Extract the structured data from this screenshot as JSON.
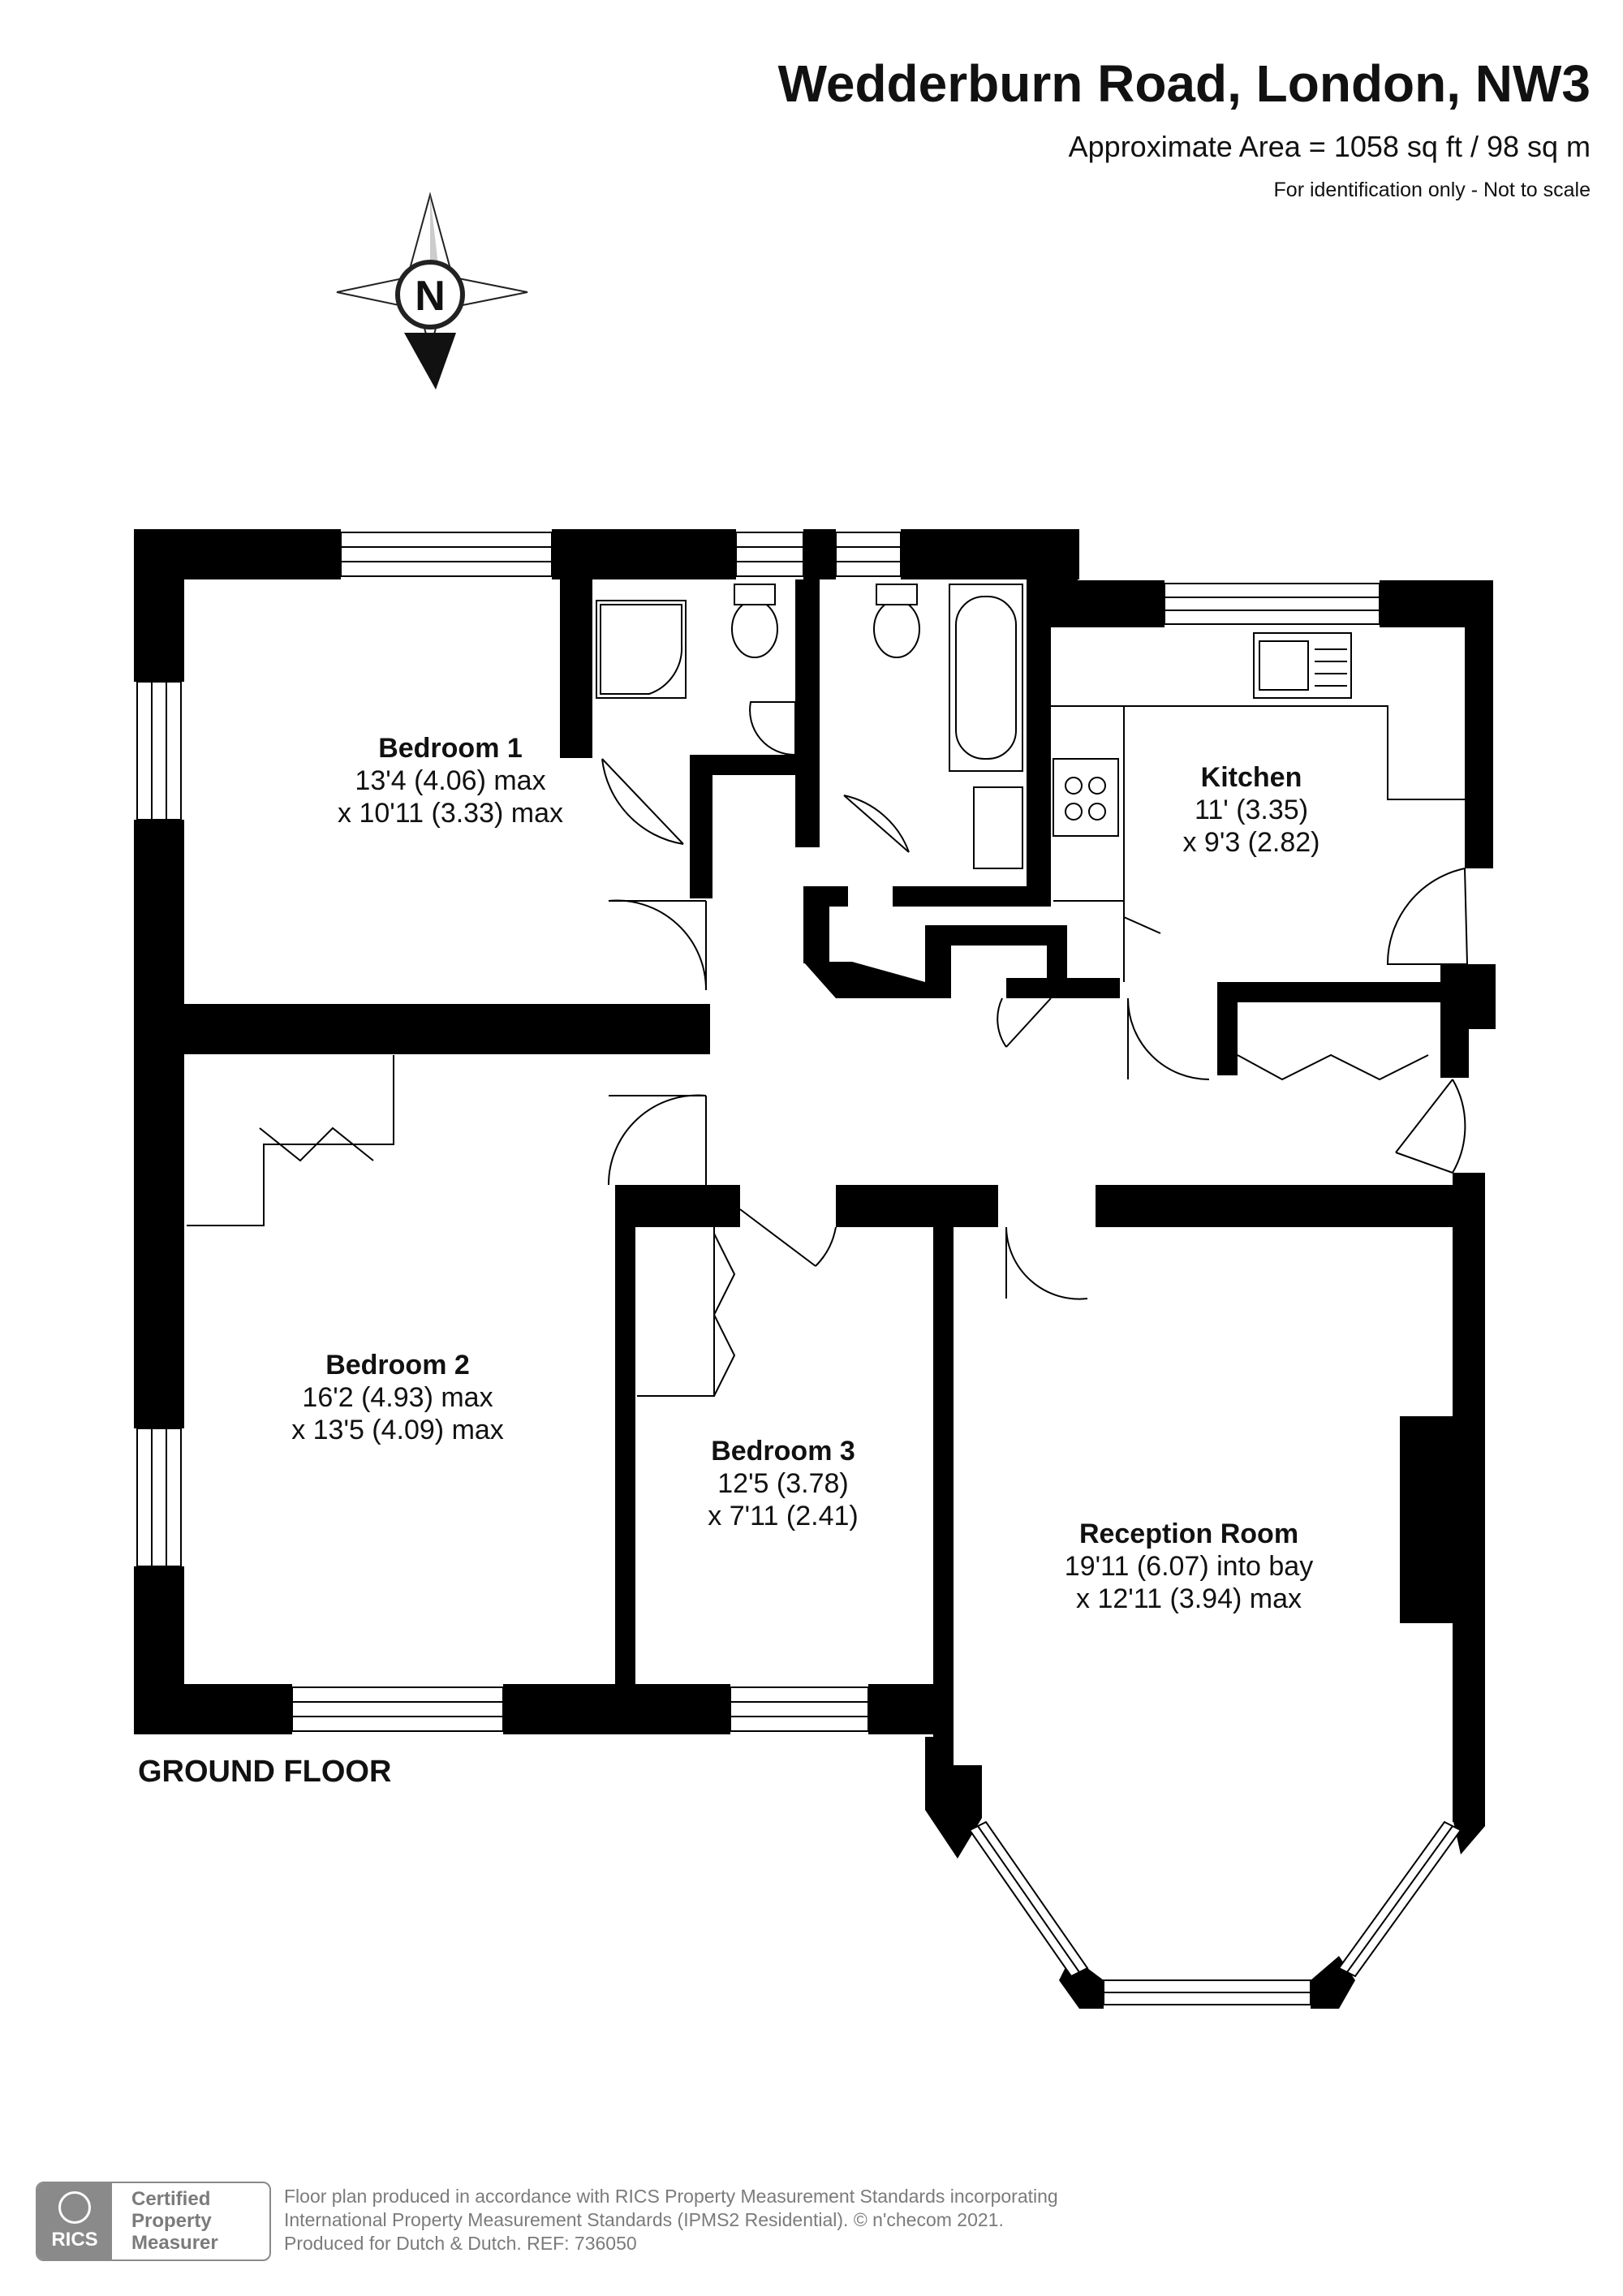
{
  "header": {
    "title": "Wedderburn Road, London, NW3",
    "area": "Approximate Area = 1058 sq ft / 98 sq m",
    "note": "For identification only - Not to scale"
  },
  "compass": {
    "label": "N"
  },
  "floor_label": "GROUND FLOOR",
  "rooms": {
    "bedroom1": {
      "name": "Bedroom 1",
      "dim1": "13'4 (4.06) max",
      "dim2": "x 10'11 (3.33) max"
    },
    "kitchen": {
      "name": "Kitchen",
      "dim1": "11' (3.35)",
      "dim2": "x 9'3 (2.82)"
    },
    "bedroom2": {
      "name": "Bedroom 2",
      "dim1": "16'2 (4.93) max",
      "dim2": "x 13'5 (4.09) max"
    },
    "bedroom3": {
      "name": "Bedroom 3",
      "dim1": "12'5 (3.78)",
      "dim2": "x 7'11 (2.41)"
    },
    "reception": {
      "name": "Reception Room",
      "dim1": "19'11 (6.07) into bay",
      "dim2": "x 12'11 (3.94) max"
    }
  },
  "footer": {
    "logo_text": "RICS",
    "badge_line1": "Certified",
    "badge_line2": "Property",
    "badge_line3": "Measurer",
    "line1": "Floor plan produced in accordance with RICS Property Measurement Standards incorporating",
    "line2": "International Property Measurement Standards (IPMS2 Residential).   © n'checom 2021.",
    "line3": "Produced for Dutch & Dutch.   REF:  736050"
  }
}
